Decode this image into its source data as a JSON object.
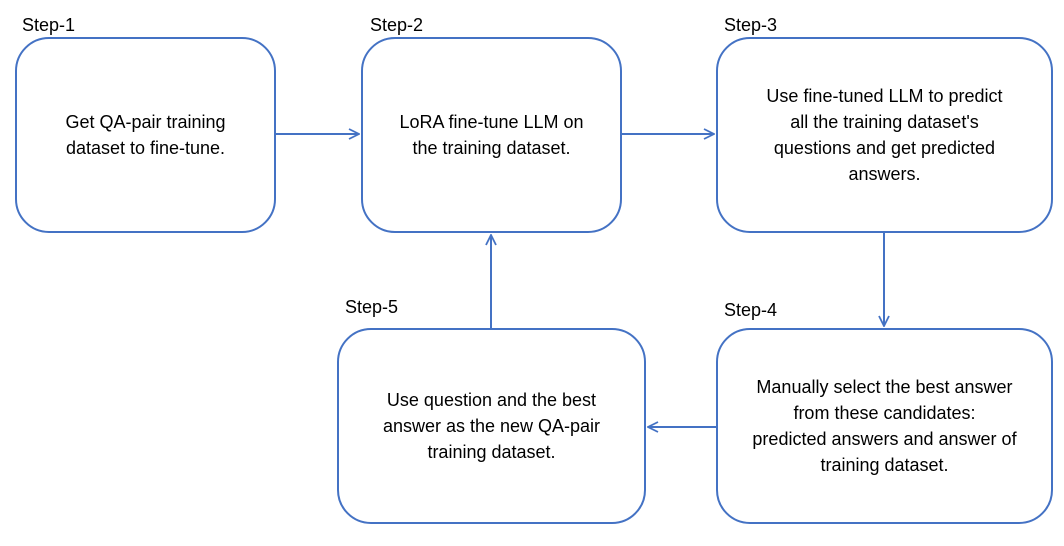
{
  "steps": [
    {
      "label": "Step-1",
      "text": "Get QA-pair training\ndataset to fine-tune."
    },
    {
      "label": "Step-2",
      "text": "LoRA fine-tune LLM on\nthe training dataset."
    },
    {
      "label": "Step-3",
      "text": "Use fine-tuned LLM to predict\nall the training dataset's\nquestions and get predicted\nanswers."
    },
    {
      "label": "Step-4",
      "text": "Manually select the best answer\nfrom these candidates:\npredicted answers and answer of\ntraining dataset."
    },
    {
      "label": "Step-5",
      "text": "Use question and the best\nanswer as the new QA-pair\ntraining dataset."
    }
  ],
  "colors": {
    "box_border": "#4472C4",
    "arrow": "#4472C4"
  }
}
